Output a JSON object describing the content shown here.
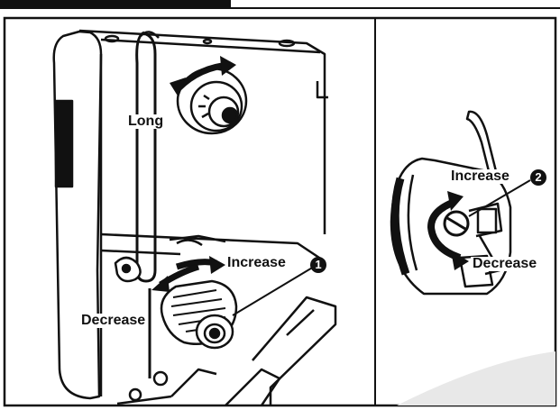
{
  "left_panel": {
    "labels": {
      "long": "Long",
      "increase": "Increase",
      "decrease": "Decrease"
    },
    "callout_number": "1"
  },
  "right_panel": {
    "labels": {
      "increase": "Increase",
      "decrease": "Decrease"
    },
    "callout_number": "2"
  },
  "colors": {
    "ink": "#111111",
    "paper": "#ffffff",
    "shade": "#e6e6e6"
  }
}
